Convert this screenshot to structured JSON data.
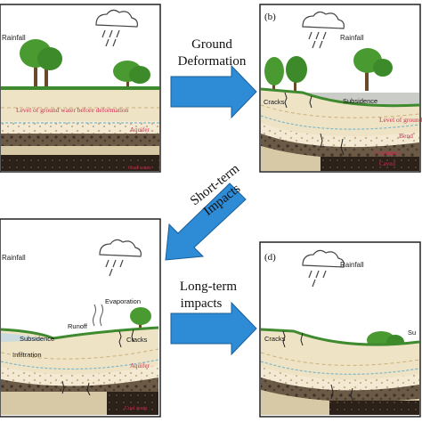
{
  "panels": {
    "a": {
      "rain_label": "Rainfall",
      "gw_label": "Level of ground water before deformation",
      "aquifer_label": "Aquifer",
      "coal_label": "Coal seam"
    },
    "b": {
      "panel_letter": "(b)",
      "rain_label": "Rainfall",
      "cracks_label": "Cracks",
      "subsidence_label": "Subsidence",
      "gw_label": "Level of ground",
      "bend_label": "Bend",
      "fractured_label": "Fractured",
      "caved_label": "Caved"
    },
    "c": {
      "rain_label": "Rainfall",
      "evaporation_label": "Evaporation",
      "runoff_label": "Runoff",
      "subsidence_label": "Subsidence",
      "cracks_label": "Cracks",
      "infiltration_label": "Infiltration",
      "aquifer_label": "Aquifer",
      "coal_label": "Coal seam"
    },
    "d": {
      "panel_letter": "(d)",
      "rain_label": "Rainfall",
      "cracks_label": "Cracks",
      "subsidence_label": "Su"
    }
  },
  "arrows": {
    "ground_deformation": [
      "Ground",
      "Deformation"
    ],
    "short_term": [
      "Short-term",
      "Impacts"
    ],
    "long_term": [
      "Long-term",
      "impacts"
    ]
  },
  "colors": {
    "arrow_fill": "#2e8bd6",
    "label_red": "#d42a52",
    "sky": "#ffffff",
    "soil_tan": "#e8dcc0",
    "grass": "#3f8a2e",
    "coal": "#2b2118",
    "subsidence_water": "#c9ccc7"
  }
}
